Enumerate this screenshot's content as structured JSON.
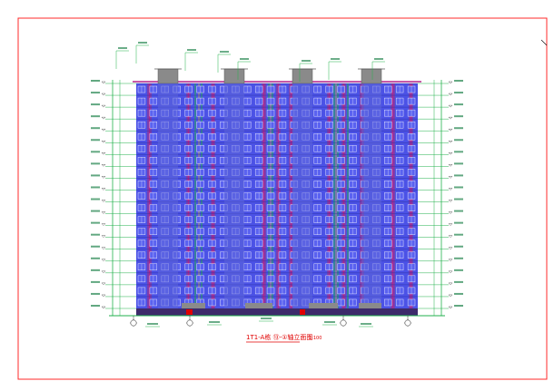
{
  "drawing": {
    "title": "1T1-A栋 ⑬-①轴立面图",
    "scale": "1:100",
    "floors": 19,
    "window_columns": 24,
    "tower_count": 4
  },
  "colors": {
    "border": "#ff2a2a",
    "facade_blue": "#4b52e6",
    "facade_purple": "#7a3fb0",
    "window_stripe": "#b5238a",
    "grid_green": "#22b14c",
    "yellow_line": "#f2d21a",
    "roof_gray": "#8a8a8a",
    "red_accent": "#e00000"
  }
}
